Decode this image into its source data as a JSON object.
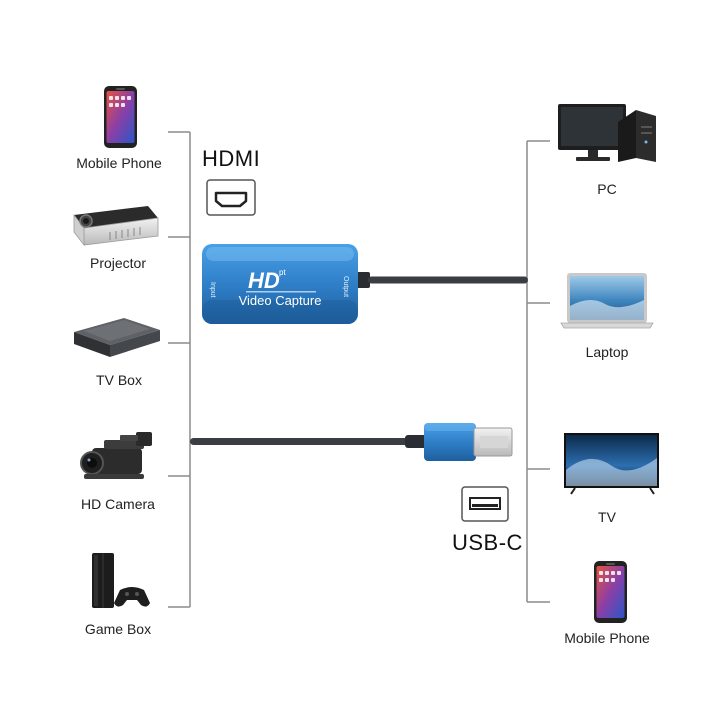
{
  "left_devices": [
    {
      "label": "Mobile Phone",
      "icon": "smartphone-icon"
    },
    {
      "label": "Projector",
      "icon": "projector-icon"
    },
    {
      "label": "TV Box",
      "icon": "tv-box-icon"
    },
    {
      "label": "HD Camera",
      "icon": "camcorder-icon"
    },
    {
      "label": "Game Box",
      "icon": "game-console-icon"
    }
  ],
  "right_devices": [
    {
      "label": "PC",
      "icon": "desktop-pc-icon"
    },
    {
      "label": "Laptop",
      "icon": "laptop-icon"
    },
    {
      "label": "TV",
      "icon": "television-icon"
    },
    {
      "label": "Mobile Phone",
      "icon": "smartphone-icon"
    }
  ],
  "hdmi_label": "HDMI",
  "usb_label": "USB-C",
  "capture_device": {
    "logo": "HD",
    "name": "Video Capture",
    "input_label": "Input",
    "output_label": "Output"
  },
  "colors": {
    "line": "#8c8c8c",
    "cable": "#3a3d42",
    "device_blue": "#2f7fc8",
    "device_blue_dark": "#1f5f9e"
  }
}
